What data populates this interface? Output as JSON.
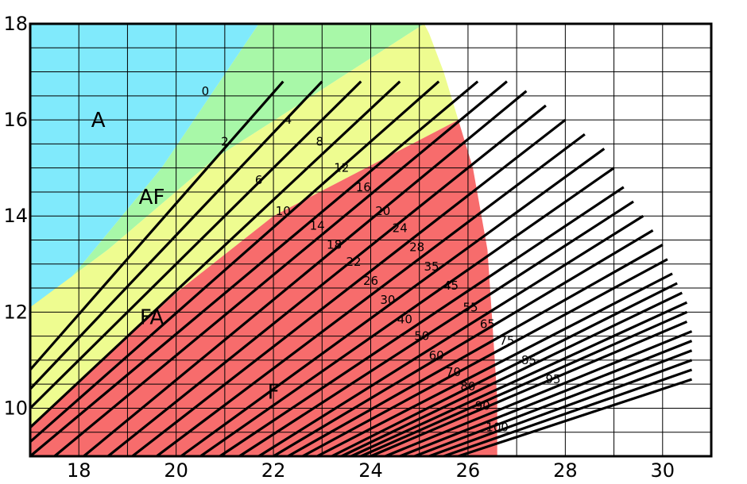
{
  "chart_data": {
    "type": "area",
    "title": "",
    "xlabel": "",
    "ylabel": "",
    "xlim": [
      17,
      31
    ],
    "ylim": [
      9,
      18
    ],
    "grid": true,
    "x_ticks": [
      18,
      20,
      22,
      24,
      26,
      28,
      30
    ],
    "y_ticks": [
      10,
      12,
      14,
      16,
      18
    ],
    "colors": {
      "A": "#80eafc",
      "AF": "#a8f8a8",
      "FA": "#eefc90",
      "F": "#f76c6c",
      "contour": "#000000",
      "grid": "#000000"
    },
    "regions": [
      {
        "name": "A",
        "polygon": [
          [
            17,
            18
          ],
          [
            21.7,
            18
          ],
          [
            19.7,
            15.0
          ],
          [
            17.5,
            12.3
          ],
          [
            17,
            12.1
          ]
        ]
      },
      {
        "name": "AF",
        "polygon": [
          [
            21.7,
            18
          ],
          [
            25.1,
            18
          ],
          [
            20.8,
            15.2
          ],
          [
            18.6,
            13.3
          ],
          [
            17,
            12.1
          ],
          [
            17.5,
            12.3
          ],
          [
            19.7,
            15.0
          ]
        ]
      },
      {
        "name": "FA",
        "polygon": [
          [
            25.1,
            18
          ],
          [
            25.2,
            17.8
          ],
          [
            25.5,
            17.0
          ],
          [
            25.8,
            16.0
          ],
          [
            22.0,
            14.0
          ],
          [
            20.0,
            12.4
          ],
          [
            17,
            9.6
          ],
          [
            17,
            12.1
          ],
          [
            18.6,
            13.3
          ],
          [
            20.8,
            15.2
          ]
        ]
      },
      {
        "name": "F",
        "polygon": [
          [
            25.8,
            16.0
          ],
          [
            26.1,
            15.0
          ],
          [
            26.4,
            13.3
          ],
          [
            26.5,
            11.8
          ],
          [
            26.6,
            10.2
          ],
          [
            26.6,
            9.0
          ],
          [
            17,
            9.0
          ],
          [
            17,
            9.6
          ],
          [
            20.0,
            12.4
          ],
          [
            22.0,
            14.0
          ]
        ]
      }
    ],
    "region_labels": [
      {
        "text": "A",
        "x": 18.4,
        "y": 16.0
      },
      {
        "text": "AF",
        "x": 19.5,
        "y": 14.4
      },
      {
        "text": "FA",
        "x": 19.5,
        "y": 11.9
      },
      {
        "text": "F",
        "x": 22.0,
        "y": 10.35
      }
    ],
    "contour_lines": [
      {
        "x1": 17.0,
        "y1": 10.8,
        "x2": 22.2,
        "y2": 16.8
      },
      {
        "x1": 17.0,
        "y1": 10.4,
        "x2": 23.0,
        "y2": 16.8
      },
      {
        "x1": 17.0,
        "y1": 10.0,
        "x2": 23.8,
        "y2": 16.8
      },
      {
        "x1": 17.0,
        "y1": 9.6,
        "x2": 24.6,
        "y2": 16.8
      },
      {
        "x1": 17.0,
        "y1": 9.3,
        "x2": 25.4,
        "y2": 16.8
      },
      {
        "x1": 17.0,
        "y1": 9.0,
        "x2": 26.2,
        "y2": 16.8
      },
      {
        "x1": 17.5,
        "y1": 9.0,
        "x2": 26.8,
        "y2": 16.8
      },
      {
        "x1": 18.1,
        "y1": 9.0,
        "x2": 27.2,
        "y2": 16.6
      },
      {
        "x1": 18.6,
        "y1": 9.0,
        "x2": 27.6,
        "y2": 16.3
      },
      {
        "x1": 19.1,
        "y1": 9.0,
        "x2": 28.0,
        "y2": 16.0
      },
      {
        "x1": 19.6,
        "y1": 9.0,
        "x2": 28.4,
        "y2": 15.7
      },
      {
        "x1": 20.1,
        "y1": 9.0,
        "x2": 28.8,
        "y2": 15.4
      },
      {
        "x1": 20.5,
        "y1": 9.0,
        "x2": 29.0,
        "y2": 15.0
      },
      {
        "x1": 20.9,
        "y1": 9.0,
        "x2": 29.2,
        "y2": 14.6
      },
      {
        "x1": 21.3,
        "y1": 9.0,
        "x2": 29.4,
        "y2": 14.3
      },
      {
        "x1": 21.7,
        "y1": 9.0,
        "x2": 29.6,
        "y2": 14.0
      },
      {
        "x1": 22.0,
        "y1": 9.0,
        "x2": 29.8,
        "y2": 13.7
      },
      {
        "x1": 22.3,
        "y1": 9.0,
        "x2": 30.0,
        "y2": 13.4
      },
      {
        "x1": 22.6,
        "y1": 9.0,
        "x2": 30.1,
        "y2": 13.1
      },
      {
        "x1": 22.9,
        "y1": 9.0,
        "x2": 30.2,
        "y2": 12.8
      },
      {
        "x1": 23.2,
        "y1": 9.0,
        "x2": 30.3,
        "y2": 12.6
      },
      {
        "x1": 23.4,
        "y1": 9.0,
        "x2": 30.4,
        "y2": 12.4
      },
      {
        "x1": 23.6,
        "y1": 9.0,
        "x2": 30.5,
        "y2": 12.2
      },
      {
        "x1": 23.8,
        "y1": 9.0,
        "x2": 30.5,
        "y2": 12.0
      },
      {
        "x1": 24.0,
        "y1": 9.0,
        "x2": 30.5,
        "y2": 11.8
      },
      {
        "x1": 24.3,
        "y1": 9.0,
        "x2": 30.6,
        "y2": 11.6
      },
      {
        "x1": 24.6,
        "y1": 9.0,
        "x2": 30.6,
        "y2": 11.4
      },
      {
        "x1": 24.9,
        "y1": 9.0,
        "x2": 30.6,
        "y2": 11.2
      },
      {
        "x1": 25.2,
        "y1": 9.0,
        "x2": 30.6,
        "y2": 11.0
      },
      {
        "x1": 25.5,
        "y1": 9.0,
        "x2": 30.6,
        "y2": 10.8
      },
      {
        "x1": 25.8,
        "y1": 9.0,
        "x2": 30.6,
        "y2": 10.6
      }
    ],
    "contour_labels": [
      {
        "text": "0",
        "x": 20.6,
        "y": 16.6
      },
      {
        "text": "2",
        "x": 21.0,
        "y": 15.55
      },
      {
        "text": "4",
        "x": 22.3,
        "y": 16.0
      },
      {
        "text": "6",
        "x": 21.7,
        "y": 14.75
      },
      {
        "text": "8",
        "x": 22.95,
        "y": 15.55
      },
      {
        "text": "10",
        "x": 22.2,
        "y": 14.1
      },
      {
        "text": "12",
        "x": 23.4,
        "y": 15.0
      },
      {
        "text": "14",
        "x": 22.9,
        "y": 13.8
      },
      {
        "text": "16",
        "x": 23.85,
        "y": 14.6
      },
      {
        "text": "18",
        "x": 23.25,
        "y": 13.4
      },
      {
        "text": "20",
        "x": 24.25,
        "y": 14.1
      },
      {
        "text": "22",
        "x": 23.65,
        "y": 13.05
      },
      {
        "text": "24",
        "x": 24.6,
        "y": 13.75
      },
      {
        "text": "26",
        "x": 24.0,
        "y": 12.65
      },
      {
        "text": "28",
        "x": 24.95,
        "y": 13.35
      },
      {
        "text": "30",
        "x": 24.35,
        "y": 12.25
      },
      {
        "text": "35",
        "x": 25.25,
        "y": 12.95
      },
      {
        "text": "40",
        "x": 24.7,
        "y": 11.85
      },
      {
        "text": "45",
        "x": 25.65,
        "y": 12.55
      },
      {
        "text": "50",
        "x": 25.05,
        "y": 11.5
      },
      {
        "text": "55",
        "x": 26.05,
        "y": 12.1
      },
      {
        "text": "60",
        "x": 25.35,
        "y": 11.1
      },
      {
        "text": "65",
        "x": 26.4,
        "y": 11.75
      },
      {
        "text": "70",
        "x": 25.7,
        "y": 10.75
      },
      {
        "text": "75",
        "x": 26.8,
        "y": 11.4
      },
      {
        "text": "80",
        "x": 26.0,
        "y": 10.45
      },
      {
        "text": "85",
        "x": 27.25,
        "y": 11.0
      },
      {
        "text": "90",
        "x": 26.3,
        "y": 10.05
      },
      {
        "text": "95",
        "x": 27.75,
        "y": 10.6
      },
      {
        "text": "100",
        "x": 26.6,
        "y": 9.6
      }
    ]
  }
}
